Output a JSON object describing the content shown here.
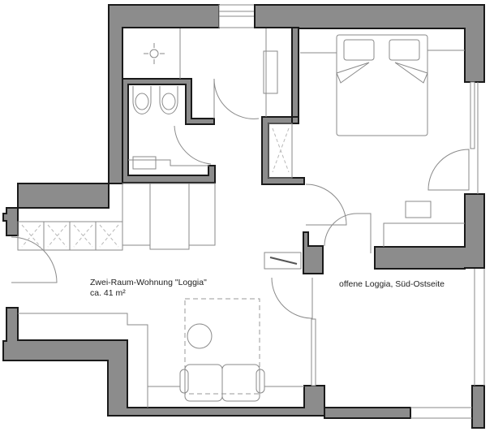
{
  "plan": {
    "title": "Zwei-Raum-Wohnung \"Loggia\"",
    "area": "ca. 41 m²",
    "loggia_label": "offene Loggia, Süd-Ostseite"
  },
  "colors": {
    "wall_fill": "#8c8c8c",
    "wall_outline": "#1a1a1a",
    "furniture_line": "#8a8a8a",
    "background": "#ffffff"
  },
  "rooms": [
    {
      "name": "living-room"
    },
    {
      "name": "bedroom"
    },
    {
      "name": "bathroom"
    },
    {
      "name": "shower-room"
    },
    {
      "name": "kitchen"
    },
    {
      "name": "loggia"
    }
  ]
}
